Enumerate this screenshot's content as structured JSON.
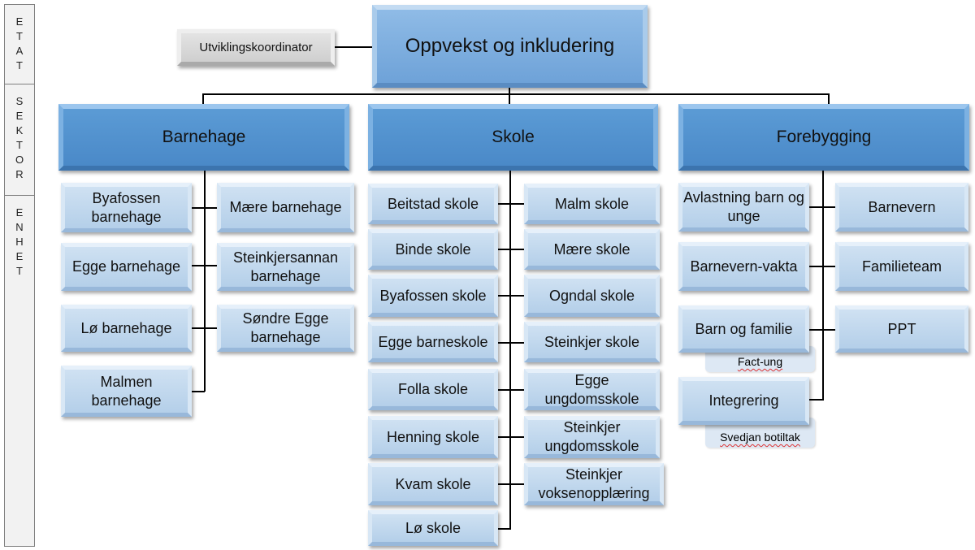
{
  "levels": {
    "etat": "ETAT",
    "sektor": "SEKTOR",
    "enhet": "ENHET"
  },
  "top": "Oppvekst og inkludering",
  "coordinator": "Utviklingskoordinator",
  "sectors": {
    "barnehage": {
      "title": "Barnehage",
      "units": [
        "Byafossen barnehage",
        "Egge barnehage",
        "Lø barnehage",
        "Malmen barnehage",
        "Mære barnehage",
        "Steinkjersannan barnehage",
        "Søndre Egge barnehage"
      ]
    },
    "skole": {
      "title": "Skole",
      "units": [
        "Beitstad skole",
        "Binde skole",
        "Byafossen skole",
        "Egge barneskole",
        "Folla skole",
        "Henning skole",
        "Kvam skole",
        "Lø skole",
        "Malm skole",
        "Mære skole",
        "Ogndal skole",
        "Steinkjer skole",
        "Egge ungdomsskole",
        "Steinkjer ungdomsskole",
        "Steinkjer voksenopplæring"
      ]
    },
    "forebygging": {
      "title": "Forebygging",
      "units": [
        "Avlastning barn og unge",
        "Barnevern-vakta",
        "Barn og familie",
        "Integrering",
        "Barnevern",
        "Familieteam",
        "PPT"
      ],
      "subunits": [
        "Fact-ung",
        "Svedjan botiltak"
      ]
    }
  }
}
